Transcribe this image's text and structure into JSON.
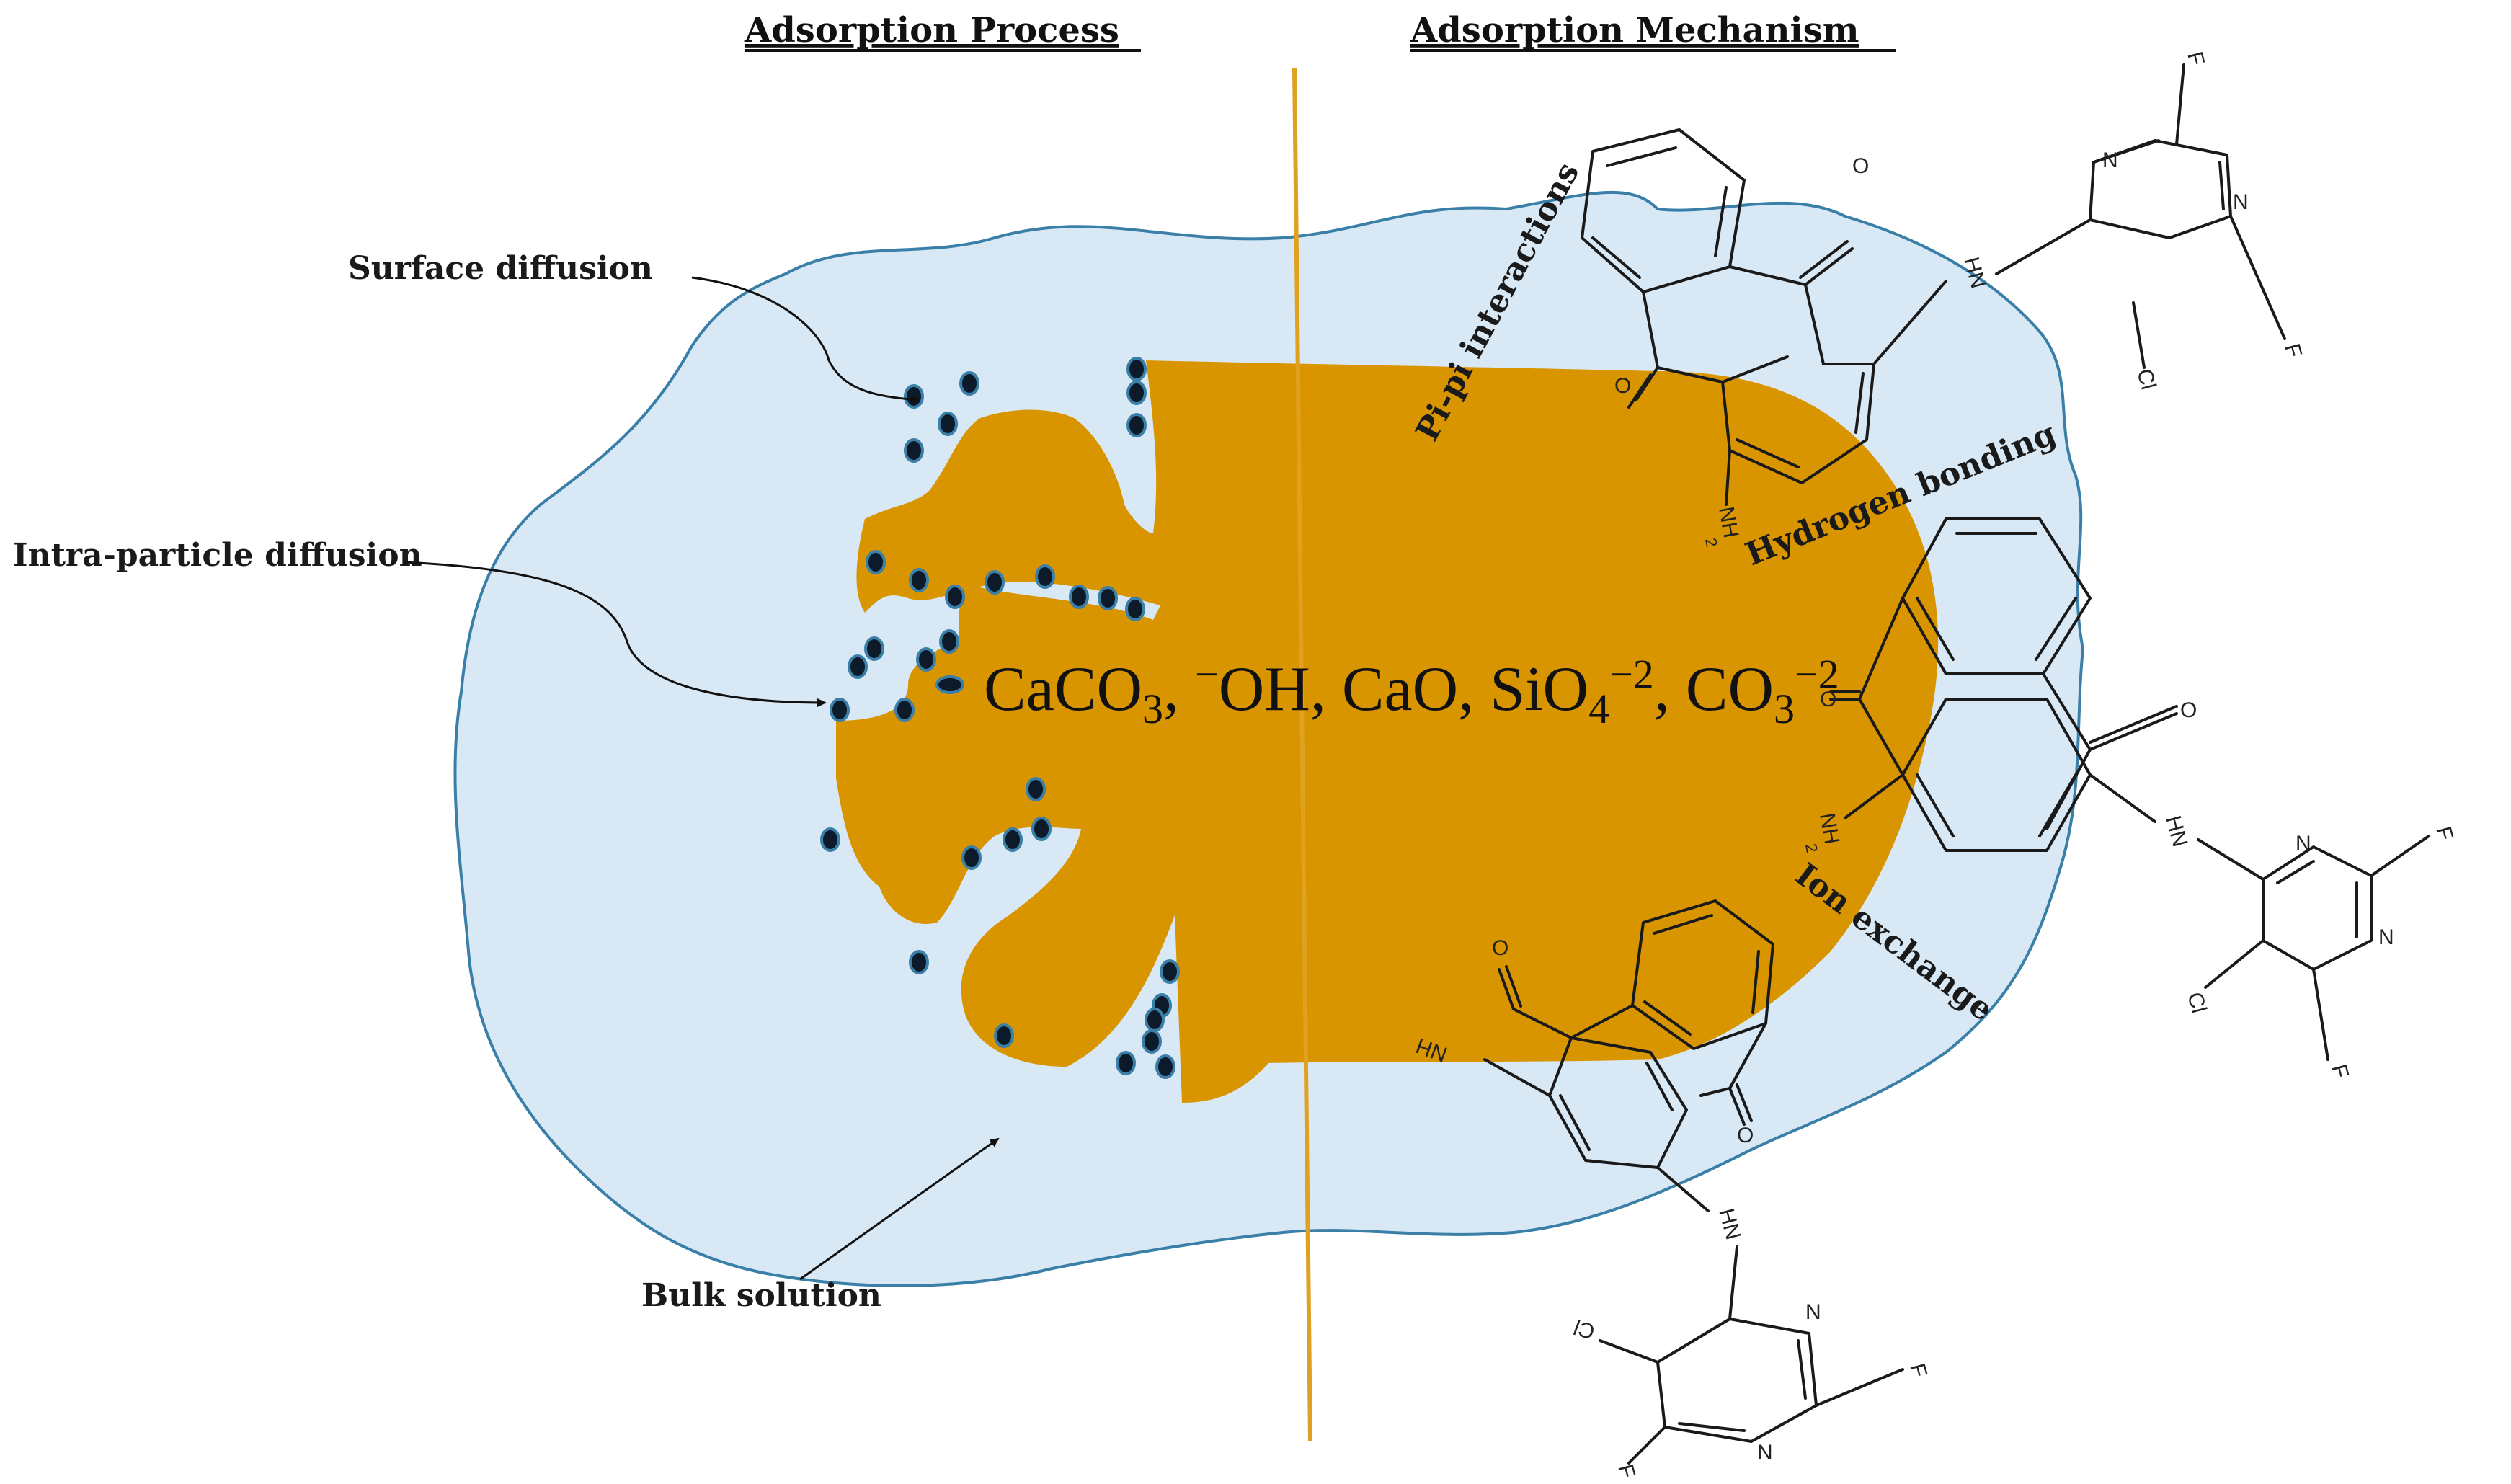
{
  "titles": {
    "left": "Adsorption Process",
    "right": "Adsorption Mechanism"
  },
  "labels": {
    "surface_diffusion": "Surface diffusion",
    "intra_particle_diffusion": "Intra-particle diffusion",
    "bulk_solution": "Bulk solution",
    "pi_pi": "Pi-pi interactions",
    "hydrogen_bonding": "Hydrogen bonding",
    "ion_exchange": "Ion exchange"
  },
  "formula": {
    "p1": "CaCO",
    "s1": "3",
    "p2": ", ",
    "sup1": "−",
    "p3": "OH, CaO, SiO",
    "s2": "4",
    "sup2": "−2",
    "p4": ", CO",
    "s3": "3",
    "sup3": "−2"
  },
  "atoms": {
    "o": "O",
    "hn": "HN",
    "n": "N",
    "f": "F",
    "cl": "Cl",
    "nh2": "NH",
    "two": "2"
  },
  "colors": {
    "solution_fill": "#d8e8f5",
    "solution_stroke": "#3a7fa8",
    "particle": "#d99500",
    "divider": "#e0a020",
    "molecule": "#0d1a2a"
  }
}
